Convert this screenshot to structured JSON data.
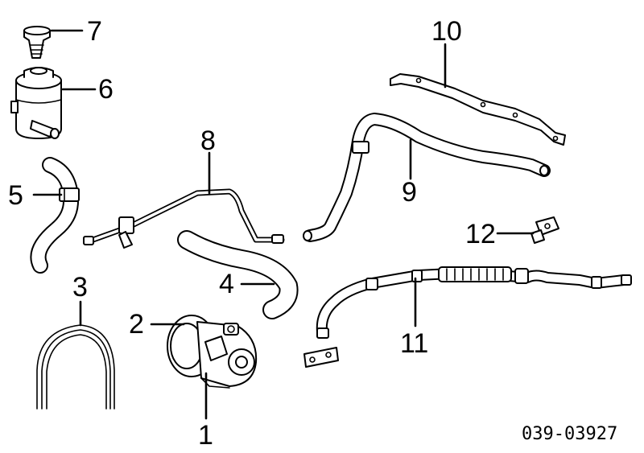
{
  "callouts": {
    "c1": "1",
    "c2": "2",
    "c3": "3",
    "c4": "4",
    "c5": "5",
    "c6": "6",
    "c7": "7",
    "c8": "8",
    "c9": "9",
    "c10": "10",
    "c11": "11",
    "c12": "12"
  },
  "diagram_code": "039-03927"
}
